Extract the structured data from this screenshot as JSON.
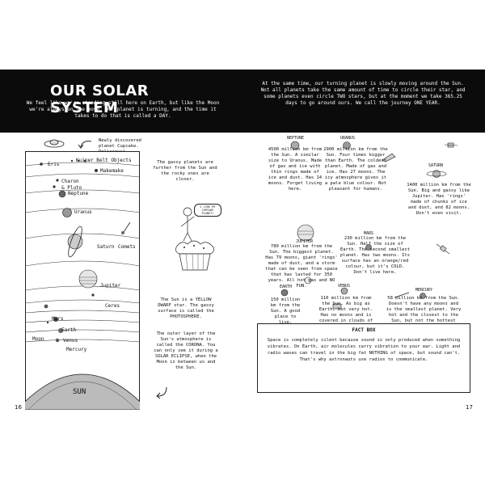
{
  "left_page": {
    "title": "OUR SOLAR SYSTEM",
    "intro": "We feel like we're standing still here on Earth, but like the Moon we're always on the move. Our planet is turning, and the time it takes to do that is called a DAY.",
    "cupcake_caption": "Newly discovered planet Cupcake. Delicious!",
    "gassy_note": "The gassy planets are further from the Sun and the rocky ones are closer.",
    "speech_bubble": "I LIKE MY CUPCAKE PLANET!",
    "sun_note_1": "The Sun is a YELLOW DWARF star. The gassy surface is called the PHOTOSPHERE.",
    "sun_note_2": "The outer layer of the Sun's atmosphere is called the CORONA. You can only see it during a SOLAR ECLIPSE, when the Moon is between us and the Sun.",
    "diagram_labels": {
      "eris": "Eris",
      "kuiper": "Kuiper Belt Objects",
      "makemake": "Makemake",
      "charon": "Charon",
      "pluto": "& Pluto",
      "neptune": "Neptune",
      "uranus": "Uranus",
      "saturn": "Saturn",
      "comets": "Comets",
      "jupiter": "Jupiter",
      "ceres": "Ceres",
      "mars": "Mars",
      "earth": "Earth",
      "moon": "Moon",
      "venus": "Venus",
      "mercury": "Mercury",
      "sun": "SUN"
    },
    "page_number": "16"
  },
  "right_page": {
    "intro": "At the same time, our turning planet is slowly moving around the Sun. Not all planets take the same amount of time to circle their star, and some planets even circle TWO stars, but at the moment we take 365.25 days to go around ours. We call the journey ONE YEAR.",
    "neptune": {
      "name": "NEPTUNE",
      "text": "4500 million km from the Sun. A similar size to Uranus. Made of gas and ice with thin rings made of ice and dust. Has 14 moons. Forget living here."
    },
    "uranus": {
      "name": "URANUS",
      "text": "2900 million km from the Sun. Four times bigger than Earth. The coldest planet. Made of gas and ice. Has 27 moons. The icy atmosphere gives it a pale blue colour. Not pleasant for humans."
    },
    "saturn": {
      "name": "SATURN",
      "text": "1400 million km from the Sun. Big and gassy like Jupiter. Has 'rings' made of chunks of ice and dust, and 82 moons. Don't even visit."
    },
    "jupiter": {
      "name": "JUPITER",
      "text": "780 million km from the Sun. The biggest planet. Has 79 moons, giant 'rings' made of dust, and a storm that can be seen from space that has lasted for 350 years. All hot gas and NO FUN."
    },
    "mars": {
      "name": "MARS",
      "text": "230 million km from the Sun. Half the size of Earth. The second smallest planet. Has two moons. Its surface has an orange/red colour, but it's COLD. Don't live here."
    },
    "earth": {
      "name": "EARTH",
      "text": "150 million km from the Sun. A good place to live."
    },
    "venus": {
      "name": "VENUS",
      "text": "110 million km from the Sun. As big as Earth, but very hot. Has no moons and is covered in clouds of sulphuric acid. Ouch."
    },
    "mercury": {
      "name": "MERCURY",
      "text": "58 million km from the Sun. Doesn't have any moons and is the smallest planet. Very hot and the closest to the Sun, but not the hottest planet!"
    },
    "fact_box": {
      "title": "FACT BOX",
      "text": "Space is completely silent because sound is only produced when something vibrates. On Earth, air molecules carry vibration to your ear. Light and radio waves can travel in the big fat NOTHING of space, but sound can't. That's why astronauts use radios to communicate."
    },
    "page_number": "17"
  }
}
